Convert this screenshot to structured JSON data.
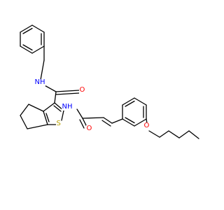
{
  "molecule": {
    "atom_labels": [
      {
        "key": "amide_nh_benzyl",
        "text": "NH"
      },
      {
        "key": "carboxamide_o",
        "text": "O"
      },
      {
        "key": "amide_nh_acryl",
        "text": "NH"
      },
      {
        "key": "thiophene_s",
        "text": "S"
      },
      {
        "key": "acryl_o",
        "text": "O"
      },
      {
        "key": "ether_o",
        "text": "O"
      }
    ],
    "colors": {
      "N": "#0000ff",
      "O": "#ff0000",
      "S": "#b8a000",
      "bond": "#000000"
    }
  }
}
